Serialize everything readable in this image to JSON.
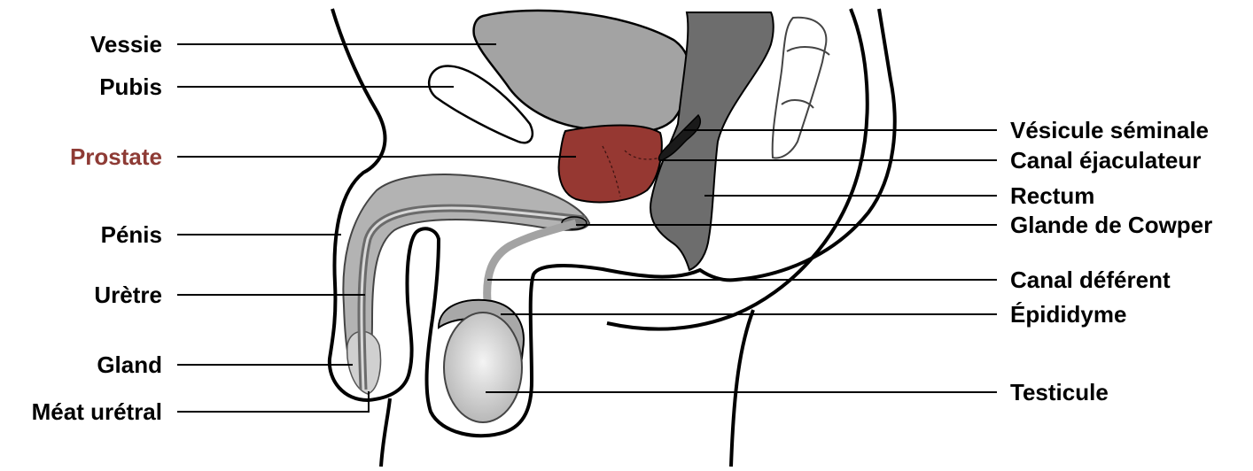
{
  "colors": {
    "label_text": "#000000",
    "highlight_text": "#8e3b35",
    "prostate_fill": "#963832",
    "organ_gray": "#a3a3a3",
    "rectum_gray": "#6d6d6d",
    "outline": "#000000"
  },
  "labels": {
    "left": [
      {
        "key": "vessie",
        "text": "Vessie"
      },
      {
        "key": "pubis",
        "text": "Pubis"
      },
      {
        "key": "prostate",
        "text": "Prostate"
      },
      {
        "key": "penis",
        "text": "Pénis"
      },
      {
        "key": "uretre",
        "text": "Urètre"
      },
      {
        "key": "gland",
        "text": "Gland"
      },
      {
        "key": "meat",
        "text": "Méat urétral"
      }
    ],
    "right": [
      {
        "key": "vesicule",
        "text": "Vésicule séminale"
      },
      {
        "key": "canal_ejac",
        "text": "Canal éjaculateur"
      },
      {
        "key": "rectum",
        "text": "Rectum"
      },
      {
        "key": "cowper",
        "text": "Glande de Cowper"
      },
      {
        "key": "canal_def",
        "text": "Canal déférent"
      },
      {
        "key": "epididyme",
        "text": "Épididyme"
      },
      {
        "key": "testicule",
        "text": "Testicule"
      }
    ]
  }
}
